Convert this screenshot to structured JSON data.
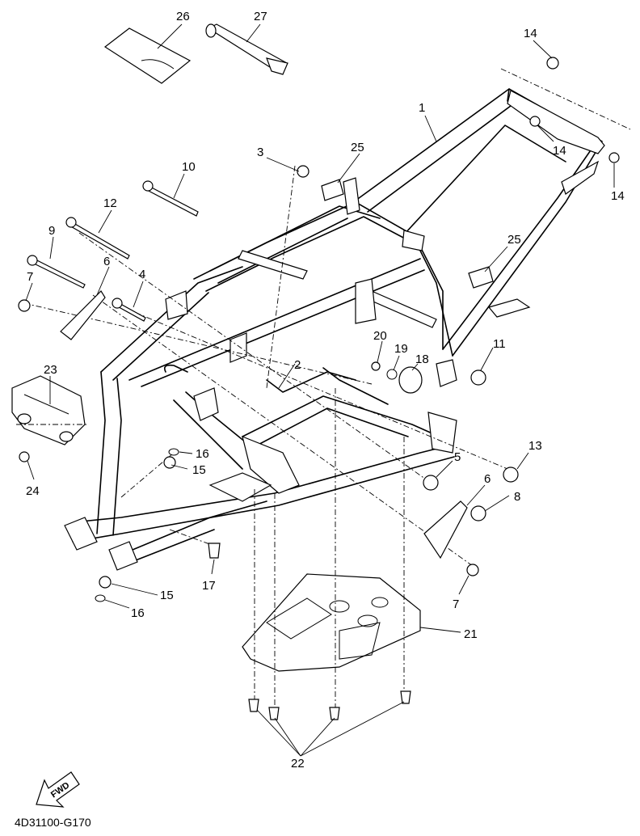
{
  "diagram": {
    "code": "4D31100-G170",
    "fwd_label": "FWD",
    "labels": [
      {
        "id": "l1",
        "text": "1"
      },
      {
        "id": "l2",
        "text": "2"
      },
      {
        "id": "l3",
        "text": "3"
      },
      {
        "id": "l4",
        "text": "4"
      },
      {
        "id": "l5",
        "text": "5"
      },
      {
        "id": "l6a",
        "text": "6"
      },
      {
        "id": "l6b",
        "text": "6"
      },
      {
        "id": "l7a",
        "text": "7"
      },
      {
        "id": "l7b",
        "text": "7"
      },
      {
        "id": "l8",
        "text": "8"
      },
      {
        "id": "l9",
        "text": "9"
      },
      {
        "id": "l10",
        "text": "10"
      },
      {
        "id": "l11",
        "text": "11"
      },
      {
        "id": "l12",
        "text": "12"
      },
      {
        "id": "l13",
        "text": "13"
      },
      {
        "id": "l14a",
        "text": "14"
      },
      {
        "id": "l14b",
        "text": "14"
      },
      {
        "id": "l14c",
        "text": "14"
      },
      {
        "id": "l15a",
        "text": "15"
      },
      {
        "id": "l15b",
        "text": "15"
      },
      {
        "id": "l16a",
        "text": "16"
      },
      {
        "id": "l16b",
        "text": "16"
      },
      {
        "id": "l17",
        "text": "17"
      },
      {
        "id": "l18",
        "text": "18"
      },
      {
        "id": "l19",
        "text": "19"
      },
      {
        "id": "l20",
        "text": "20"
      },
      {
        "id": "l21",
        "text": "21"
      },
      {
        "id": "l22",
        "text": "22"
      },
      {
        "id": "l23",
        "text": "23"
      },
      {
        "id": "l24",
        "text": "24"
      },
      {
        "id": "l25a",
        "text": "25"
      },
      {
        "id": "l25b",
        "text": "25"
      },
      {
        "id": "l26",
        "text": "26"
      },
      {
        "id": "l27",
        "text": "27"
      }
    ]
  }
}
